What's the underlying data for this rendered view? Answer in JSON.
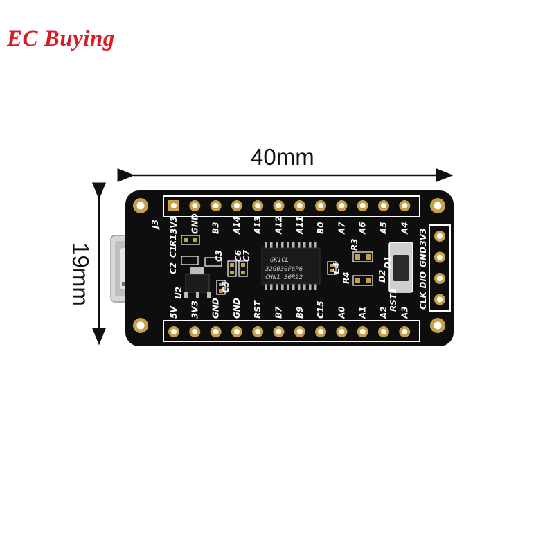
{
  "brand": "EC Buying",
  "dimensions": {
    "width": "40mm",
    "height": "19mm"
  },
  "board": {
    "top_pins": [
      "3V3",
      "GND",
      "B3",
      "A14",
      "A13",
      "A12",
      "A11",
      "B0",
      "A7",
      "A6",
      "A5",
      "A4"
    ],
    "bottom_pins": [
      "5V",
      "3V3",
      "GND",
      "GND",
      "RST",
      "B7",
      "B9",
      "C15",
      "A0",
      "A1",
      "A2",
      "A3"
    ],
    "side_pins": [
      "CLK",
      "DIO",
      "GND",
      "3V3"
    ],
    "components": [
      "J3",
      "C1",
      "R1",
      "C2",
      "U2",
      "C3",
      "C5",
      "C6",
      "C7",
      "R3",
      "R4",
      "C4",
      "D1",
      "D2",
      "RST1"
    ],
    "chip_marking": [
      "GK1CL",
      "32G030F6P6",
      "CHN1 30R92"
    ]
  },
  "colors": {
    "brand": "#d91c24",
    "board": "#0e0e0e",
    "silkscreen": "#ffffff",
    "gold": "#c8a04a"
  }
}
